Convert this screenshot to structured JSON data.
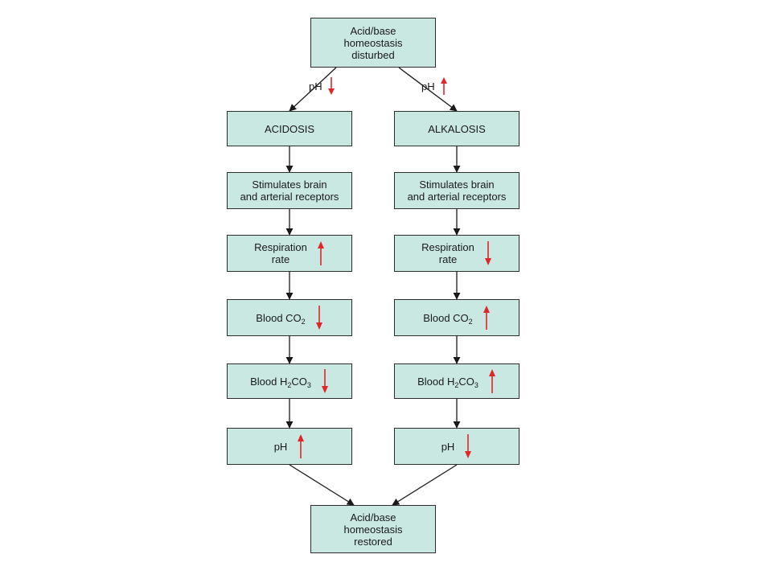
{
  "colors": {
    "box_fill": "#c9e8e2",
    "box_border": "#2c2c2c",
    "indicator": "#e0262a",
    "connector": "#1a1a1a"
  },
  "top": {
    "lines": [
      "Acid/base",
      "homeostasis",
      "disturbed"
    ]
  },
  "bottom": {
    "lines": [
      "Acid/base",
      "homeostasis",
      "restored"
    ]
  },
  "branch_left": {
    "label": "pH",
    "direction": "down"
  },
  "branch_right": {
    "label": "pH",
    "direction": "up"
  },
  "left": {
    "title": "ACIDOSIS",
    "receptors": [
      "Stimulates brain",
      "and arterial receptors"
    ],
    "respiration": {
      "lines": [
        "Respiration",
        "rate"
      ],
      "direction": "up"
    },
    "co2": {
      "prefix": "Blood CO",
      "sub": "2",
      "direction": "down"
    },
    "h2co3": {
      "prefix": "Blood H",
      "sub1": "2",
      "mid": "CO",
      "sub2": "3",
      "direction": "down"
    },
    "ph": {
      "label": "pH",
      "direction": "up"
    }
  },
  "right": {
    "title": "ALKALOSIS",
    "receptors": [
      "Stimulates brain",
      "and arterial receptors"
    ],
    "respiration": {
      "lines": [
        "Respiration",
        "rate"
      ],
      "direction": "down"
    },
    "co2": {
      "prefix": "Blood CO",
      "sub": "2",
      "direction": "up"
    },
    "h2co3": {
      "prefix": "Blood H",
      "sub1": "2",
      "mid": "CO",
      "sub2": "3",
      "direction": "up"
    },
    "ph": {
      "label": "pH",
      "direction": "down"
    }
  }
}
